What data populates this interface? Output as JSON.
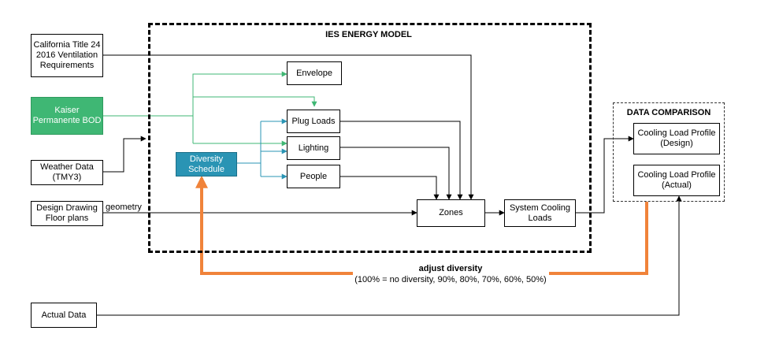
{
  "ies_model": {
    "title": "IES ENERGY MODEL"
  },
  "data_comparison": {
    "title": "DATA COMPARISON"
  },
  "inputs": {
    "california": "California Title 24\n2016 Ventilation\nRequirements",
    "kaiser": "Kaiser\nPermanente BOD",
    "weather": "Weather Data\n(TMY3)",
    "design": "Design Drawing\nFloor plans",
    "actual": "Actual Data"
  },
  "model": {
    "envelope": "Envelope",
    "plug_loads": "Plug Loads",
    "lighting": "Lighting",
    "people": "People",
    "diversity": "Diversity\nSchedule",
    "zones": "Zones",
    "system_cooling": "System Cooling\nLoads"
  },
  "outputs": {
    "design_profile": "Cooling Load Profile\n(Design)",
    "actual_profile": "Cooling Load Profile\n(Actual)"
  },
  "labels": {
    "geometry": "geometry",
    "adjust_title": "adjust diversity",
    "adjust_detail": "(100% = no diversity, 90%, 80%, 70%, 60%, 50%)"
  },
  "colors": {
    "kaiser_fill": "#3fb774",
    "diversity_fill": "#2a94b4",
    "green_arrow": "#3fb774",
    "teal_arrow": "#2a94b4",
    "feedback": "#f0833a"
  }
}
